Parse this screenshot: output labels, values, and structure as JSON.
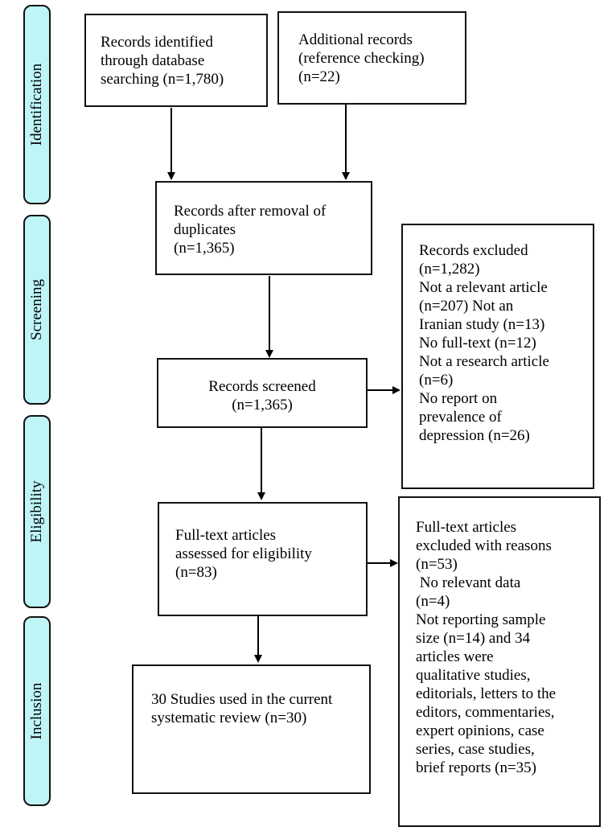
{
  "stages": {
    "identification": "Identification",
    "screening": "Screening",
    "eligibility": "Eligibility",
    "inclusion": "Inclusion"
  },
  "boxes": {
    "database_records": [
      "Records identified",
      "through database",
      "searching (n=1,780)"
    ],
    "additional_records": [
      "Additional records",
      "(reference checking)",
      "(n=22)"
    ],
    "after_duplicates": [
      "Records after removal of",
      "duplicates",
      "(n=1,365)"
    ],
    "screened": [
      "Records screened",
      "(n=1,365)"
    ],
    "excluded": [
      "Records excluded",
      "(n=1,282)",
      "Not a relevant article",
      "(n=207) Not an",
      "Iranian study (n=13)",
      "No full-text (n=12)",
      "Not a research article",
      "(n=6)",
      "No report on",
      "prevalence of",
      "depression (n=26)"
    ],
    "full_text": [
      "Full-text articles",
      "assessed for eligibility",
      "(n=83)"
    ],
    "full_text_excluded": [
      "Full-text articles",
      "excluded with reasons",
      "(n=53)",
      " No relevant data",
      "(n=4)",
      "Not reporting sample",
      "size (n=14) and 34",
      "articles were",
      "qualitative studies,",
      "editorials, letters to the",
      "editors, commentaries,",
      "expert opinions, case",
      "series, case studies,",
      "brief reports (n=35)"
    ],
    "included": [
      "30 Studies used in the current",
      "systematic review (n=30)"
    ]
  }
}
